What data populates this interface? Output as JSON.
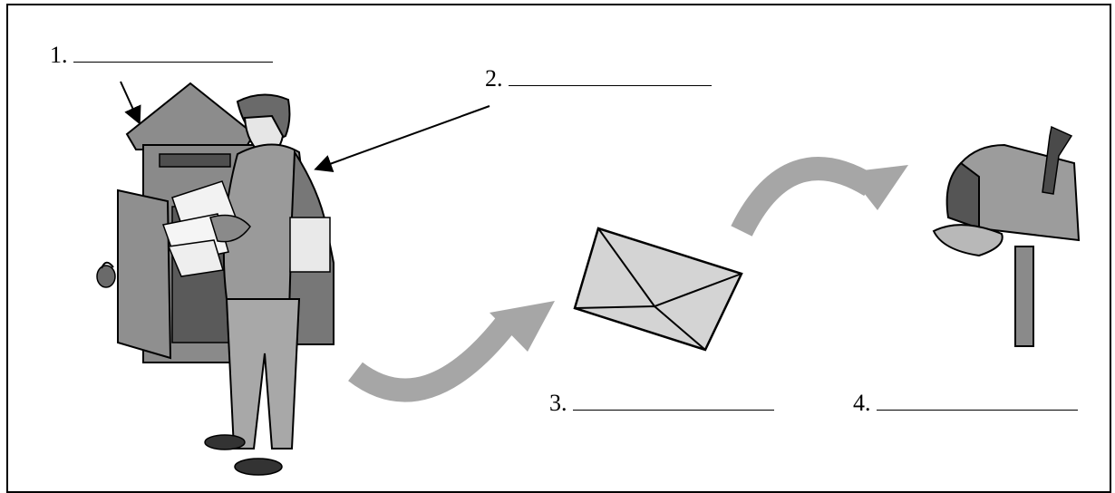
{
  "labels": [
    {
      "number": "1.",
      "blank": ""
    },
    {
      "number": "2.",
      "blank": ""
    },
    {
      "number": "3.",
      "blank": ""
    },
    {
      "number": "4.",
      "blank": ""
    }
  ],
  "colors": {
    "line": "#000000",
    "flow_arrow": "#a6a6a6",
    "gray_dark": "#6e6e6e",
    "gray_mid": "#9a9a9a",
    "gray_light": "#d4d4d4"
  },
  "icons": [
    "mailbox-post-icon",
    "mail-carrier-icon",
    "envelope-icon",
    "rural-mailbox-icon"
  ]
}
